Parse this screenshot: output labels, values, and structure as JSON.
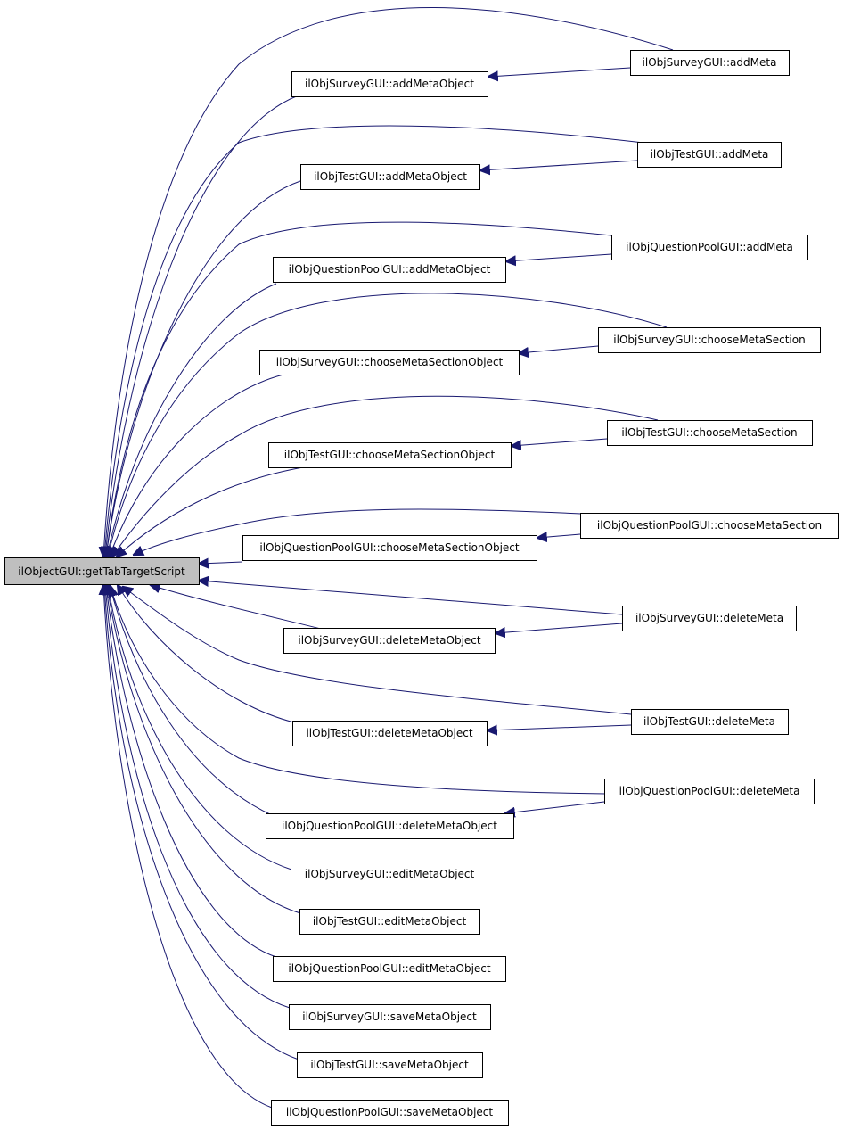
{
  "colors": {
    "edge": "#191970",
    "root_fill": "#bfbfbf",
    "node_fill": "#ffffff",
    "border": "#000000"
  },
  "root": {
    "label": "ilObjectGUI::getTabTargetScript"
  },
  "nodes": [
    {
      "id": "srv_addMetaObject",
      "label": "ilObjSurveyGUI::addMetaObject"
    },
    {
      "id": "tst_addMetaObject",
      "label": "ilObjTestGUI::addMetaObject"
    },
    {
      "id": "qp_addMetaObject",
      "label": "ilObjQuestionPoolGUI::addMetaObject"
    },
    {
      "id": "srv_chooseMetaSectionObject",
      "label": "ilObjSurveyGUI::chooseMetaSectionObject"
    },
    {
      "id": "tst_chooseMetaSectionObject",
      "label": "ilObjTestGUI::chooseMetaSectionObject"
    },
    {
      "id": "qp_chooseMetaSectionObject",
      "label": "ilObjQuestionPoolGUI::chooseMetaSectionObject"
    },
    {
      "id": "srv_deleteMetaObject",
      "label": "ilObjSurveyGUI::deleteMetaObject"
    },
    {
      "id": "tst_deleteMetaObject",
      "label": "ilObjTestGUI::deleteMetaObject"
    },
    {
      "id": "qp_deleteMetaObject",
      "label": "ilObjQuestionPoolGUI::deleteMetaObject"
    },
    {
      "id": "srv_editMetaObject",
      "label": "ilObjSurveyGUI::editMetaObject"
    },
    {
      "id": "tst_editMetaObject",
      "label": "ilObjTestGUI::editMetaObject"
    },
    {
      "id": "qp_editMetaObject",
      "label": "ilObjQuestionPoolGUI::editMetaObject"
    },
    {
      "id": "srv_saveMetaObject",
      "label": "ilObjSurveyGUI::saveMetaObject"
    },
    {
      "id": "tst_saveMetaObject",
      "label": "ilObjTestGUI::saveMetaObject"
    },
    {
      "id": "qp_saveMetaObject",
      "label": "ilObjQuestionPoolGUI::saveMetaObject"
    },
    {
      "id": "srv_addMeta",
      "label": "ilObjSurveyGUI::addMeta"
    },
    {
      "id": "tst_addMeta",
      "label": "ilObjTestGUI::addMeta"
    },
    {
      "id": "qp_addMeta",
      "label": "ilObjQuestionPoolGUI::addMeta"
    },
    {
      "id": "srv_chooseMetaSection",
      "label": "ilObjSurveyGUI::chooseMetaSection"
    },
    {
      "id": "tst_chooseMetaSection",
      "label": "ilObjTestGUI::chooseMetaSection"
    },
    {
      "id": "qp_chooseMetaSection",
      "label": "ilObjQuestionPoolGUI::chooseMetaSection"
    },
    {
      "id": "srv_deleteMeta",
      "label": "ilObjSurveyGUI::deleteMeta"
    },
    {
      "id": "tst_deleteMeta",
      "label": "ilObjTestGUI::deleteMeta"
    },
    {
      "id": "qp_deleteMeta",
      "label": "ilObjQuestionPoolGUI::deleteMeta"
    }
  ]
}
